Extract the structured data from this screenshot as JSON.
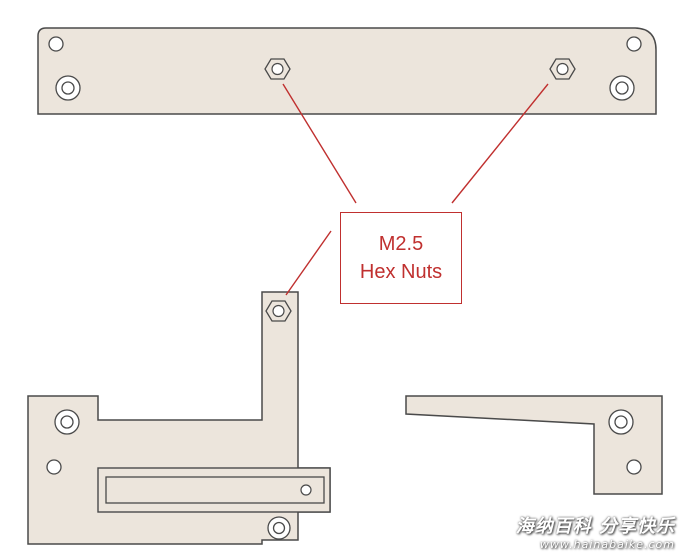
{
  "annotation": {
    "line1": "M2.5",
    "line2": "Hex Nuts",
    "color": "#c0302f"
  },
  "part_color": "#ece5dc",
  "outline_color": "#4a4a4a",
  "watermark": {
    "line1": "海纳百科 分享快乐",
    "line2": "www.hainabaike.com"
  }
}
